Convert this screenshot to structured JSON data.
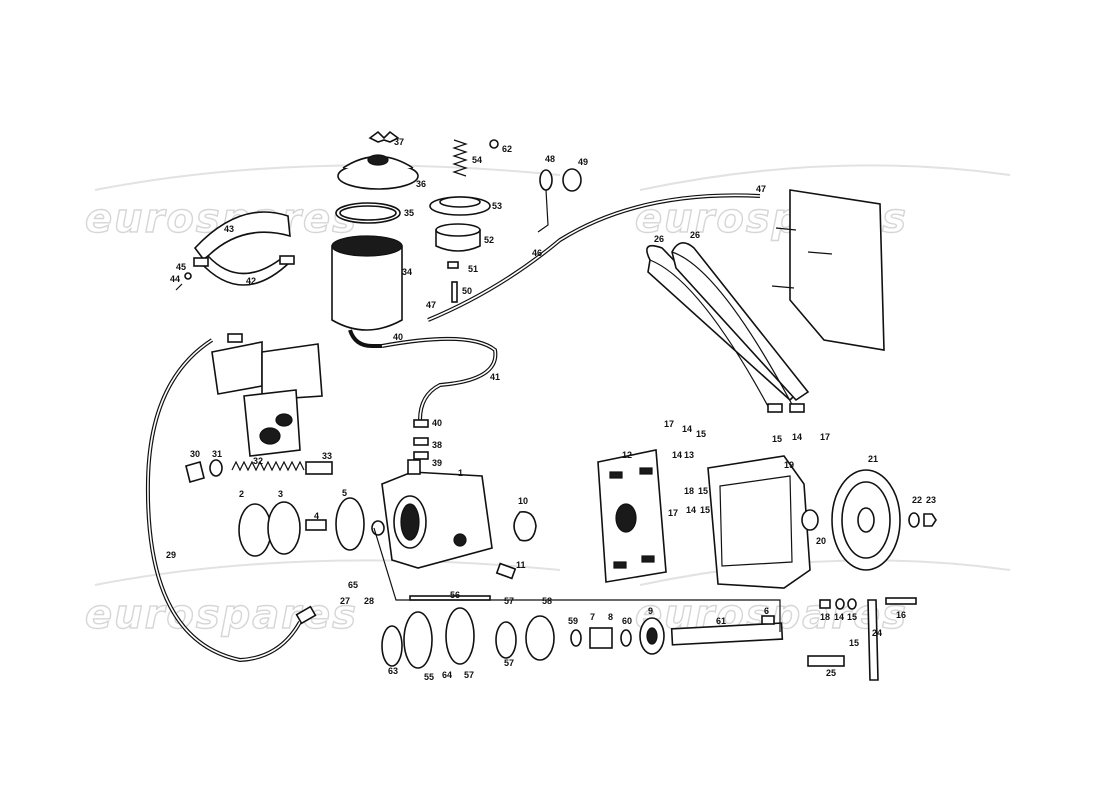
{
  "watermark": {
    "text": "eurospares"
  },
  "callouts": {
    "n1": "1",
    "n2": "2",
    "n3": "3",
    "n4": "4",
    "n5": "5",
    "n6": "6",
    "n7": "7",
    "n8": "8",
    "n9": "9",
    "n10": "10",
    "n11": "11",
    "n12": "12",
    "n13": "13",
    "n14": "14",
    "n15": "15",
    "n16": "16",
    "n17": "17",
    "n18": "18",
    "n19": "19",
    "n20": "20",
    "n21": "21",
    "n22": "22",
    "n23": "23",
    "n24": "24",
    "n25": "25",
    "n26": "26",
    "n27": "27",
    "n28": "28",
    "n29": "29",
    "n30": "30",
    "n31": "31",
    "n32": "32",
    "n33": "33",
    "n34": "34",
    "n35": "35",
    "n36": "36",
    "n37": "37",
    "n38": "38",
    "n39": "39",
    "n40": "40",
    "n41": "41",
    "n42": "42",
    "n43": "43",
    "n44": "44",
    "n45": "45",
    "n46": "46",
    "n47": "47",
    "n48": "48",
    "n49": "49",
    "n50": "50",
    "n51": "51",
    "n52": "52",
    "n53": "53",
    "n54": "54",
    "n55": "55",
    "n56": "56",
    "n57": "57",
    "n58": "58",
    "n59": "59",
    "n60": "60",
    "n61": "61",
    "n62": "62",
    "n63": "63",
    "n64": "64",
    "n65": "65"
  },
  "colors": {
    "ink": "#111111",
    "watermark": "#d6d6d6",
    "background": "#ffffff"
  }
}
